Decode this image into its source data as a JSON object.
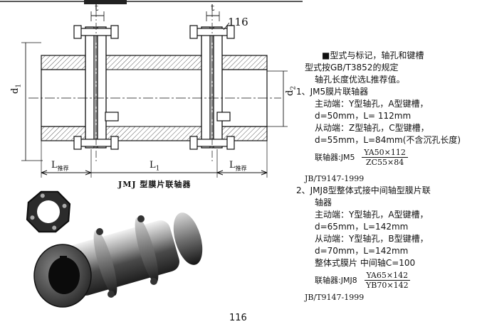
{
  "drawing": {
    "label_t_left": "t",
    "label_t_right": "t",
    "label_116": "116",
    "label_d1": "d",
    "label_d1_sub": "1",
    "label_d2": "d",
    "label_d2_sub": "2",
    "label_L_left": "L",
    "label_L_left_sub": "推荐",
    "label_L1": "L",
    "label_L1_sub": "1",
    "label_L_right": "L",
    "label_L_right_sub": "推荐",
    "caption": "JMJ 型膜片联轴器"
  },
  "text": {
    "heading": "■型式与标记，轴孔和键槽",
    "line2": "型式按GB/T3852的规定",
    "line3": "轴孔长度优选L推荐值。",
    "item1_title": "1、JM5膜片联轴器",
    "item1_drive": "主动端：Y型轴孔，A型键槽，",
    "item1_drive_dims": "d=50mm，L= 112mm",
    "item1_driven": "从动端：Z型轴孔，C型键槽，",
    "item1_driven_dims": "d=55mm，L=84mm(不含沉孔长度)",
    "item1_code_label": "联轴器:JM5",
    "item1_num": "YA50×112",
    "item1_den": "ZC55×84",
    "item1_std": "JB/T9147-1999",
    "item2_title": "2、JMJ8型整体式接中间轴型膜片联",
    "item2_title2": "轴器",
    "item2_drive": "主动端：Y型轴孔，A型键槽，",
    "item2_drive_dims": "d=65mm，L=142mm",
    "item2_driven": "从动端：Y型轴孔，B型键槽，",
    "item2_driven_dims": "d=70mm，L=142mm",
    "item2_extra": "整体式膜片  中间轴C=100",
    "item2_code_label": "联轴器:JMJ8",
    "item2_num": "YA65×142",
    "item2_den": "YB70×142",
    "item2_std": "JB/T9147-1999"
  },
  "page_number": "116"
}
